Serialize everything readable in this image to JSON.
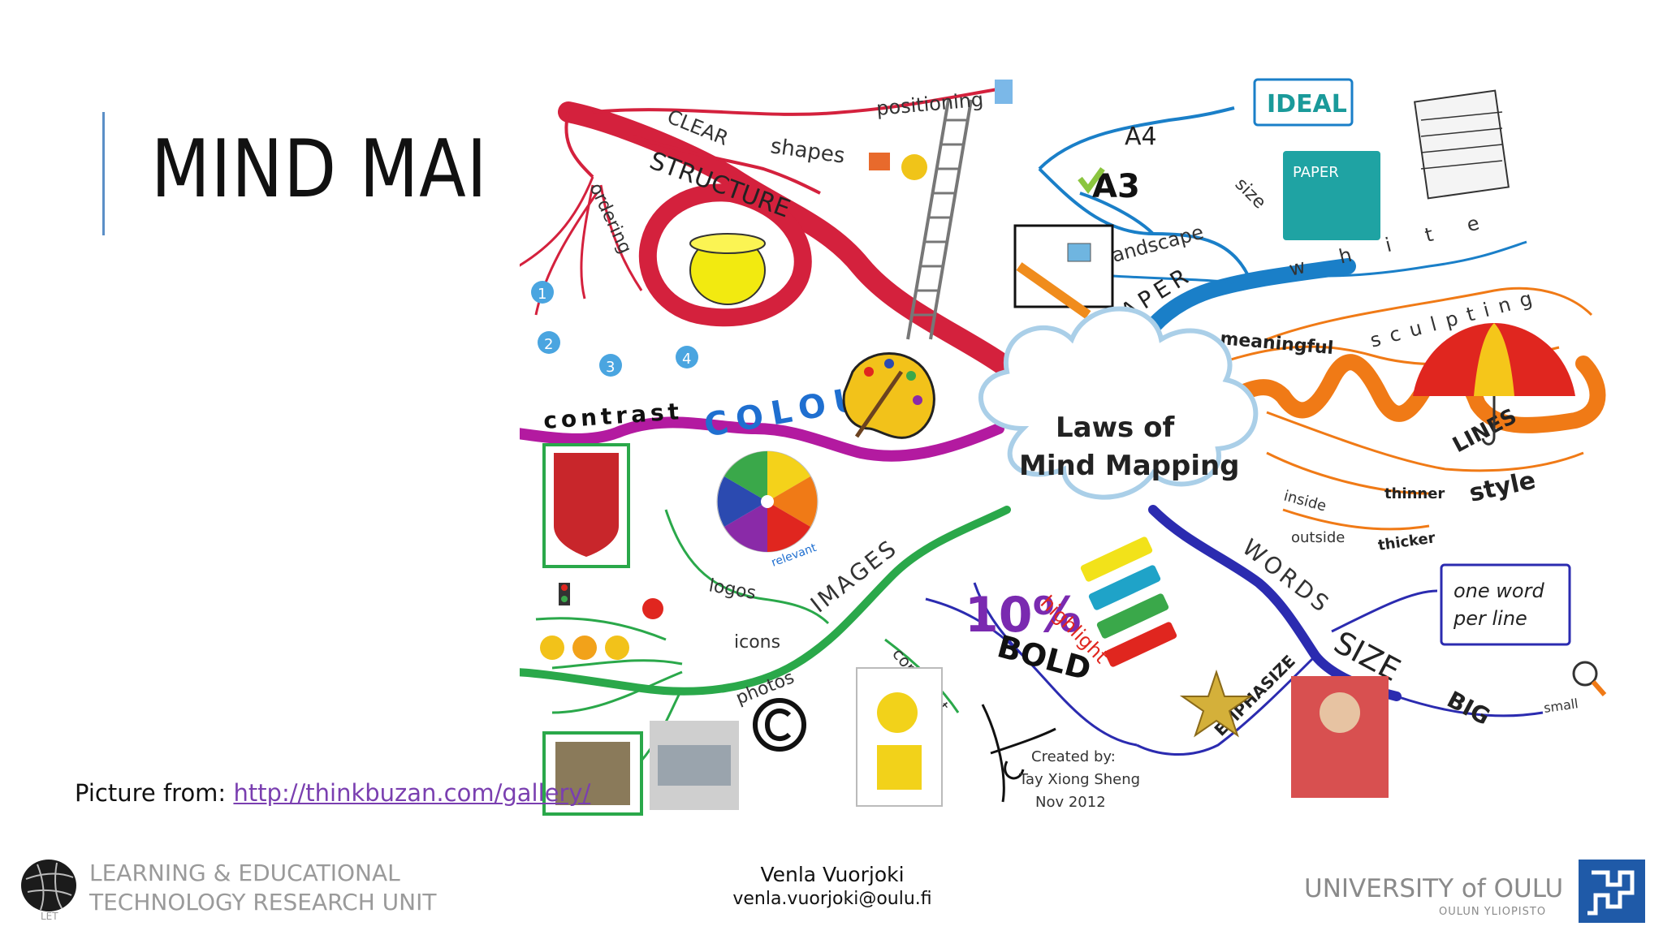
{
  "slide": {
    "title": "MIND MAI",
    "credit_prefix": "Picture from: ",
    "credit_link": "http://thinkbuzan.com/gallery/"
  },
  "mindmap": {
    "center_line1": "Laws of",
    "center_line2": "Mind Mapping",
    "labels": {
      "positioning": "positioning",
      "clear": "CLEAR",
      "shapes": "shapes",
      "structure": "STRUCTURE",
      "ordering": "ordering",
      "ideal": "IDEAL",
      "a4": "A4",
      "a3": "A3",
      "size": "size",
      "landscape": "andscape",
      "paper": "PAPER",
      "white": "w h i t e",
      "meaningful": "meaningful",
      "sculpting": "sculpting",
      "lines": "LINES",
      "inside": "inside",
      "thinner": "thinner",
      "style": "style",
      "outside": "outside",
      "thicker": "thicker",
      "contrast": "contrast",
      "colours": "COLOURS",
      "relevant": "relevant",
      "images": "IMAGES",
      "logos": "logos",
      "icons": "icons",
      "photos": "photos",
      "copyright": "copyright",
      "ten_percent": "10%",
      "bold": "BOLD",
      "highlight": "highlight",
      "emphasize": "EMPHASIZE",
      "words": "WORDS",
      "one_word_1": "one word",
      "one_word_2": "per line",
      "size_big": "SIZE",
      "big": "BIG",
      "small": "small",
      "created_by": "Created by:",
      "author": "Tay Xiong Sheng",
      "date": "Nov 2012",
      "num1": "1",
      "num2": "2",
      "num3": "3",
      "num4": "4"
    }
  },
  "footer": {
    "unit_line1": "LEARNING & EDUCATIONAL",
    "unit_line2": "TECHNOLOGY RESEARCH UNIT",
    "unit_abbr": "LET",
    "presenter_name": "Venla Vuorjoki",
    "presenter_email": "venla.vuorjoki@oulu.fi",
    "university_name": "UNIVERSITY of OULU",
    "university_sub": "OULUN YLIOPISTO"
  },
  "colors": {
    "accent_bar": "#5b8fc7",
    "link": "#7a3fb0",
    "red_branch": "#d4213d",
    "blue_branch": "#1a7fc8",
    "orange_branch": "#f07a16",
    "purple_branch": "#2b2bb0",
    "green_branch": "#2aa84a",
    "magenta_branch": "#b31aa0"
  }
}
